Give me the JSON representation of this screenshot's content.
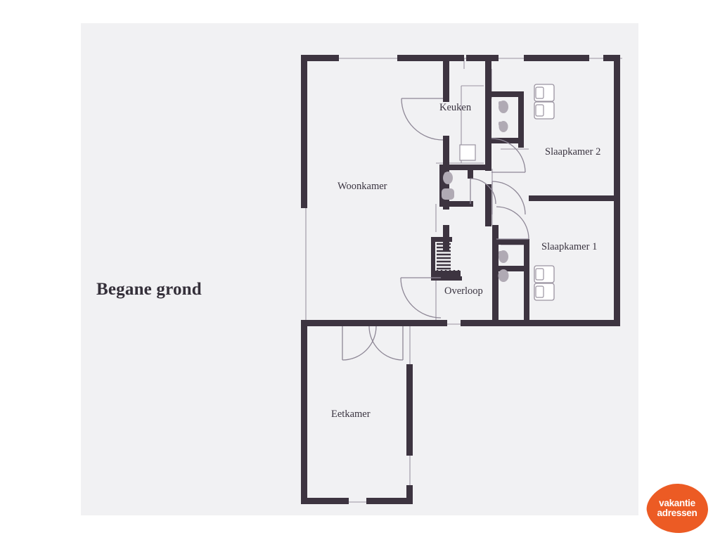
{
  "page": {
    "background_color": "#ffffff",
    "canvas_color": "#f1f1f3",
    "wall_color": "#3d3440",
    "thin_line_color": "#9a93a0",
    "fixture_color": "#b0aab4"
  },
  "title": {
    "text": "Begane grond"
  },
  "rooms": [
    {
      "key": "woonkamer",
      "label": "Woonkamer"
    },
    {
      "key": "keuken",
      "label": "Keuken"
    },
    {
      "key": "slaapkamer2",
      "label": "Slaapkamer 2"
    },
    {
      "key": "slaapkamer1",
      "label": "Slaapkamer 1"
    },
    {
      "key": "overloop",
      "label": "Overloop"
    },
    {
      "key": "eetkamer",
      "label": "Eetkamer"
    }
  ],
  "logo": {
    "line1": "vakantie",
    "line2": "adressen",
    "color": "#ec5b24"
  },
  "fixtures": {
    "beds_slaapkamer2": 2,
    "beds_slaapkamer1": 2,
    "toilets": 2,
    "sinks": 2,
    "staircases": 1,
    "doors": 7
  }
}
